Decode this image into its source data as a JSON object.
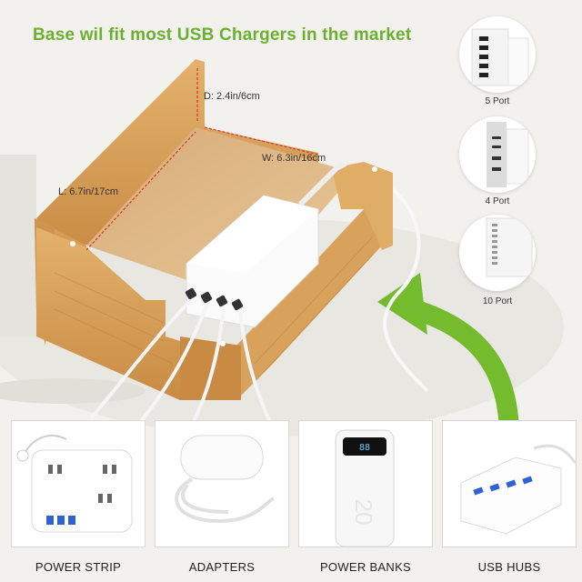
{
  "headline": "Base wil fit most USB Chargers in the market",
  "dimensions": {
    "depth": "D: 2.4in/6cm",
    "width": "W: 6.3in/16cm",
    "length": "L: 6.7in/17cm"
  },
  "ports": [
    {
      "label": "5 Port",
      "icon": "usb-hub-5-port-icon"
    },
    {
      "label": "4 Port",
      "icon": "usb-c-charger-4-port-icon"
    },
    {
      "label": "10 Port",
      "icon": "usb-hub-10-port-icon"
    }
  ],
  "products": [
    {
      "label": "POWER STRIP",
      "icon": "power-strip-icon"
    },
    {
      "label": "ADAPTERS",
      "icon": "adapter-icon"
    },
    {
      "label": "POWER BANKS",
      "icon": "power-bank-icon"
    },
    {
      "label": "USB HUBS",
      "icon": "usb-hub-icon"
    }
  ],
  "power_bank_display": "20",
  "colors": {
    "accent_green": "#6bb12f",
    "bamboo": "#d9a35c",
    "bamboo_dark": "#b87a35"
  }
}
